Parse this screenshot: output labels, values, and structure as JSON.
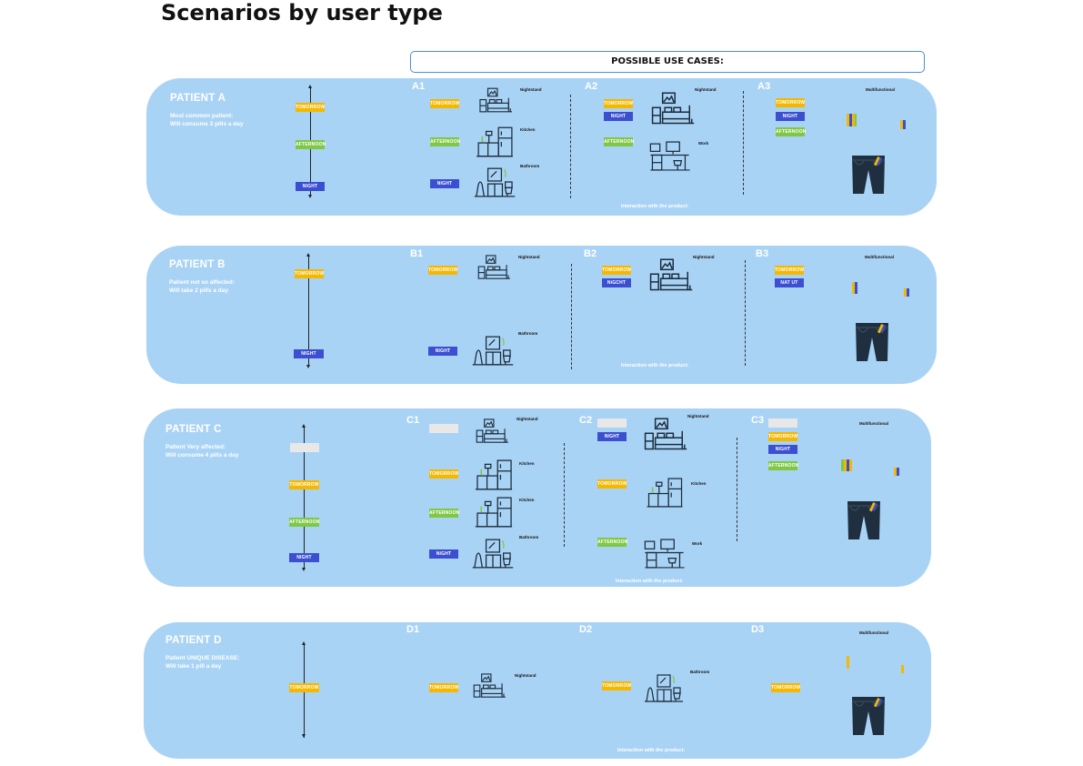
{
  "page": {
    "title": "Scenarios by user type",
    "use_cases_header": "POSSIBLE USE CASES:"
  },
  "patients": [
    {
      "title": "PATIENT A",
      "desc1": "Most common patient:",
      "desc2": "Will consume 3 pills a day",
      "timeline": [
        "TOMORROW",
        "AFTERNOON",
        "NIGHT"
      ],
      "codes": [
        "A1",
        "A2",
        "A3"
      ]
    },
    {
      "title": "PATIENT B",
      "desc1": "Patient not so affected:",
      "desc2": "Will take 2 pills a day",
      "timeline": [
        "TOMORROW",
        "NIGHT"
      ],
      "codes": [
        "B1",
        "B2",
        "B3"
      ]
    },
    {
      "title": "PATIENT C",
      "desc1": "Patient Very affected:",
      "desc2": "Will consume 4 pills a day",
      "timeline": [
        "",
        "TOMORROW",
        "AFTERNOON",
        "NIGHT"
      ],
      "codes": [
        "C1",
        "C2",
        "C3"
      ]
    },
    {
      "title": "PATIENT D",
      "desc1": "Patient UNIQUE DISEASE:",
      "desc2": "Will take 1 pill a day",
      "timeline": [
        "TOMORROW"
      ],
      "codes": [
        "D1",
        "D2",
        "D3"
      ]
    }
  ],
  "labels": {
    "tomorrow": "TOMORROW",
    "afternoon": "AFTERNOON",
    "night": "NIGHT",
    "nigcht": "NiGCHT",
    "nat_ut": "NAT UT",
    "nightstand": "Nightstand",
    "kitchen": "Kitchen",
    "bathroom": "Bathroom",
    "work": "Work",
    "multifunctional": "Multifunctional",
    "interaction": "Interaction with the product:"
  },
  "colors": {
    "panel": "#a9d3f5",
    "tomorrow": "#f5b800",
    "afternoon": "#7ec845",
    "night": "#3d4fd1",
    "blank": "#e8e8e8"
  },
  "icons": [
    "timeline-line",
    "bedroom-nightstand-icon",
    "kitchen-icon",
    "bathroom-icon",
    "desk-work-icon",
    "jeans-pocket-icon",
    "pill-strip-icon"
  ]
}
